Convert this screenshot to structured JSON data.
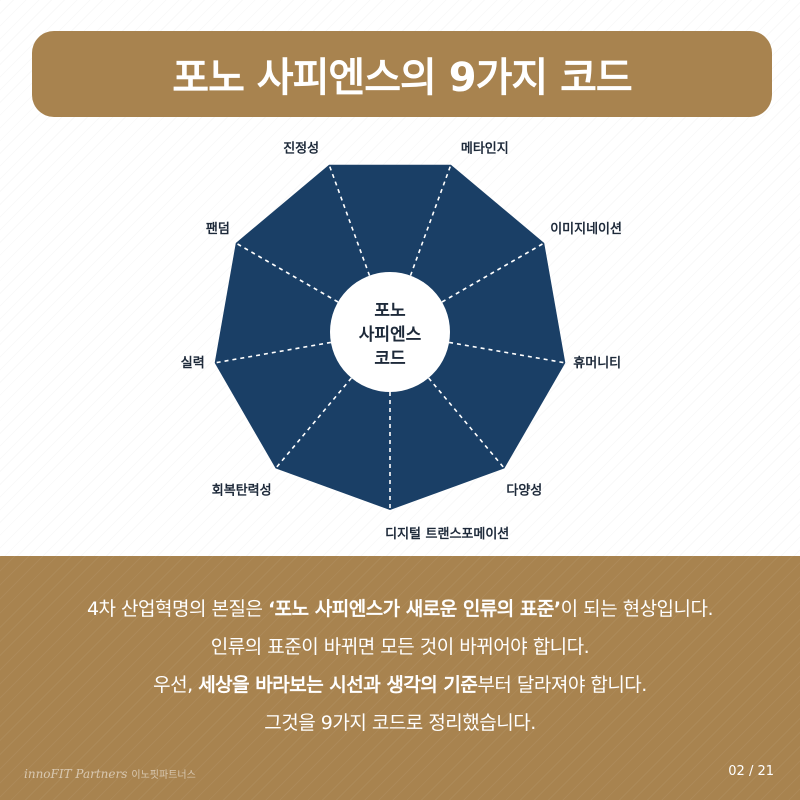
{
  "title": "포노 사피엔스의 9가지 코드",
  "diagram": {
    "center": [
      "포노",
      "사피엔스",
      "코드"
    ],
    "segments": [
      "진정성",
      "메타인지",
      "이미지네이션",
      "휴머니티",
      "다양성",
      "디지털 트랜스포메이션",
      "회복탄력성",
      "실력",
      "팬덤"
    ]
  },
  "description": {
    "line1_a": "4차 산업혁명의 본질은 ",
    "line1_b": "‘포노 사피엔스가 새로운 인류의 표준’",
    "line1_c": "이 되는 현상입니다.",
    "line2": "인류의 표준이 바뀌면 모든 것이 바뀌어야 합니다.",
    "line3_a": "우선, ",
    "line3_b": "세상을 바라보는 시선과 생각의 기준",
    "line3_c": "부터 달라져야 합니다.",
    "line4": "그것을 9가지 코드로 정리했습니다."
  },
  "brand": {
    "en": "innoFIT Partners",
    "kr": "이노핏파트너스"
  },
  "page": "02 / 21",
  "colors": {
    "accent": "#a8834f",
    "polygon": "#1a3f66",
    "text_dark": "#1e2a3a"
  }
}
